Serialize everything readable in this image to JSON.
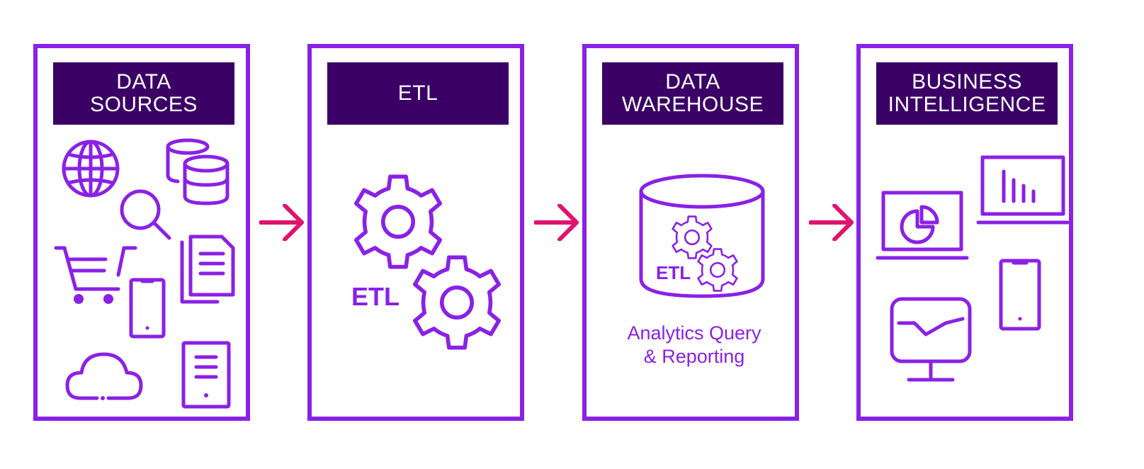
{
  "colors": {
    "frame": "#8a21e6",
    "header_bg": "#3b0066",
    "arrow": "#e0136e",
    "header_text": "#ffffff"
  },
  "panels": [
    {
      "title_line1": "DATA",
      "title_line2": "SOURCES",
      "icons": [
        "globe-icon",
        "database-icon",
        "search-icon",
        "documents-icon",
        "shopping-cart-icon",
        "mobile-phone-icon",
        "cloud-icon",
        "tablet-document-icon"
      ]
    },
    {
      "title_line1": "ETL",
      "title_line2": "",
      "icon_label": "ETL",
      "icons": [
        "gear-icon",
        "gear-icon"
      ]
    },
    {
      "title_line1": "DATA",
      "title_line2": "WAREHOUSE",
      "icon_label": "ETL",
      "caption_line1": "Analytics Query",
      "caption_line2": "& Reporting",
      "icons": [
        "database-cylinder-icon",
        "gear-icon",
        "gear-icon"
      ]
    },
    {
      "title_line1": "BUSINESS",
      "title_line2": "INTELLIGENCE",
      "icons": [
        "laptop-pie-chart-icon",
        "laptop-bar-chart-icon",
        "mobile-phone-icon",
        "monitor-line-chart-icon"
      ]
    }
  ],
  "arrows": [
    "arrow-right-icon",
    "arrow-right-icon",
    "arrow-right-icon"
  ]
}
